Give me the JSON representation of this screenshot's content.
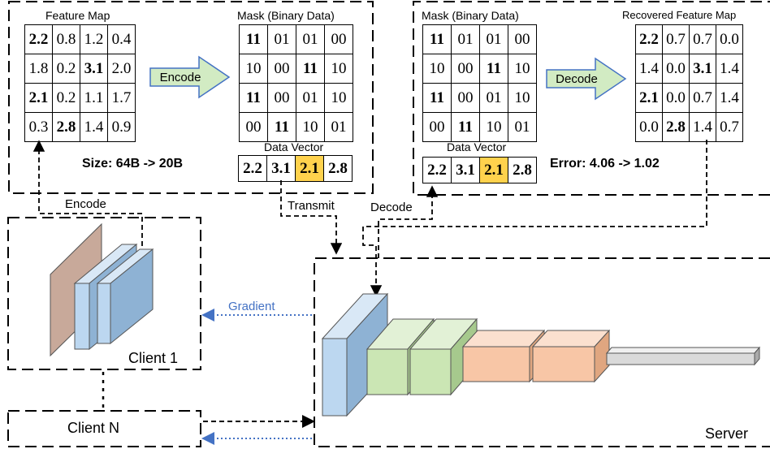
{
  "encode_panel": {
    "feature_map_title": "Feature Map",
    "feature_map": [
      [
        "2.2",
        "0.8",
        "1.2",
        "0.4"
      ],
      [
        "1.8",
        "0.2",
        "3.1",
        "2.0"
      ],
      [
        "2.1",
        "0.2",
        "1.1",
        "1.7"
      ],
      [
        "0.3",
        "2.8",
        "1.4",
        "0.9"
      ]
    ],
    "feature_map_highlight": [
      [
        true,
        false,
        false,
        false
      ],
      [
        false,
        false,
        true,
        false
      ],
      [
        true,
        false,
        false,
        false
      ],
      [
        false,
        true,
        false,
        false
      ]
    ],
    "arrow_label": "Encode",
    "mask_title": "Mask (Binary Data)",
    "mask": [
      [
        "11",
        "01",
        "01",
        "00"
      ],
      [
        "10",
        "00",
        "11",
        "10"
      ],
      [
        "11",
        "00",
        "01",
        "10"
      ],
      [
        "00",
        "11",
        "10",
        "01"
      ]
    ],
    "mask_highlight": [
      [
        true,
        false,
        false,
        false
      ],
      [
        false,
        false,
        true,
        false
      ],
      [
        true,
        false,
        false,
        false
      ],
      [
        false,
        true,
        false,
        false
      ]
    ],
    "vector_title": "Data Vector",
    "vector": [
      "2.2",
      "3.1",
      "2.1",
      "2.8"
    ],
    "vector_gold_index": 2,
    "size_text": "Size: 64B -> 20B"
  },
  "decode_panel": {
    "mask_title": "Mask (Binary Data)",
    "mask": [
      [
        "11",
        "01",
        "01",
        "00"
      ],
      [
        "10",
        "00",
        "11",
        "10"
      ],
      [
        "11",
        "00",
        "01",
        "10"
      ],
      [
        "00",
        "11",
        "10",
        "01"
      ]
    ],
    "mask_highlight": [
      [
        true,
        false,
        false,
        false
      ],
      [
        false,
        false,
        true,
        false
      ],
      [
        true,
        false,
        false,
        false
      ],
      [
        false,
        true,
        false,
        false
      ]
    ],
    "arrow_label": "Decode",
    "recovered_title": "Recovered Feature Map",
    "recovered": [
      [
        "2.2",
        "0.7",
        "0.7",
        "0.0"
      ],
      [
        "1.4",
        "0.0",
        "3.1",
        "1.4"
      ],
      [
        "2.1",
        "0.0",
        "0.7",
        "1.4"
      ],
      [
        "0.0",
        "2.8",
        "1.4",
        "0.7"
      ]
    ],
    "recovered_highlight": [
      [
        true,
        false,
        false,
        false
      ],
      [
        false,
        false,
        true,
        false
      ],
      [
        true,
        false,
        false,
        false
      ],
      [
        false,
        true,
        false,
        false
      ]
    ],
    "vector_title": "Data Vector",
    "vector": [
      "2.2",
      "3.1",
      "2.1",
      "2.8"
    ],
    "vector_gold_index": 2,
    "error_text": "Error: 4.06 -> 1.02"
  },
  "flow": {
    "encode": "Encode",
    "transmit": "Transmit",
    "decode": "Decode",
    "gradient": "Gradient"
  },
  "client1": {
    "label": "Client 1"
  },
  "clientN": {
    "label": "Client N"
  },
  "server": {
    "label": "Server"
  },
  "colors": {
    "highlight_text": "#b40000",
    "gold": "#ffd24d",
    "arrow_green": "#d2ebc3",
    "gradient_blue": "#4472c4",
    "layer_blue": "#bcd7f0",
    "layer_green": "#cbe6b4",
    "layer_peach": "#f8c6a6",
    "layer_gray": "#dadada",
    "layer_brown": "#c8a99a"
  }
}
